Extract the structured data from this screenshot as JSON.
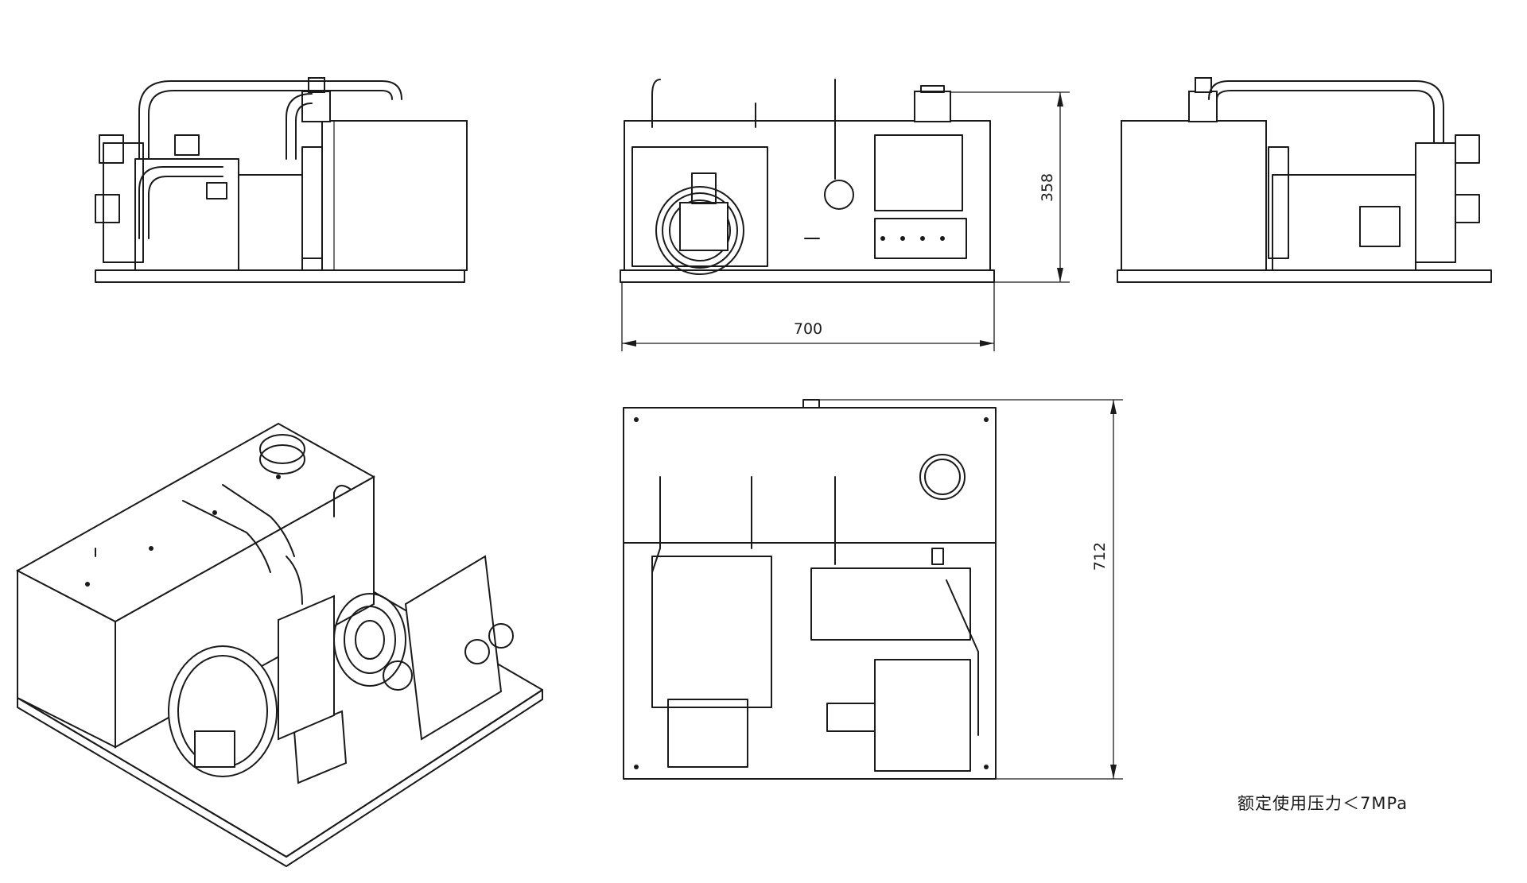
{
  "dimensions": {
    "front_width": "700",
    "front_height": "358",
    "top_depth": "712"
  },
  "note": "额定使用压力＜7MPa"
}
